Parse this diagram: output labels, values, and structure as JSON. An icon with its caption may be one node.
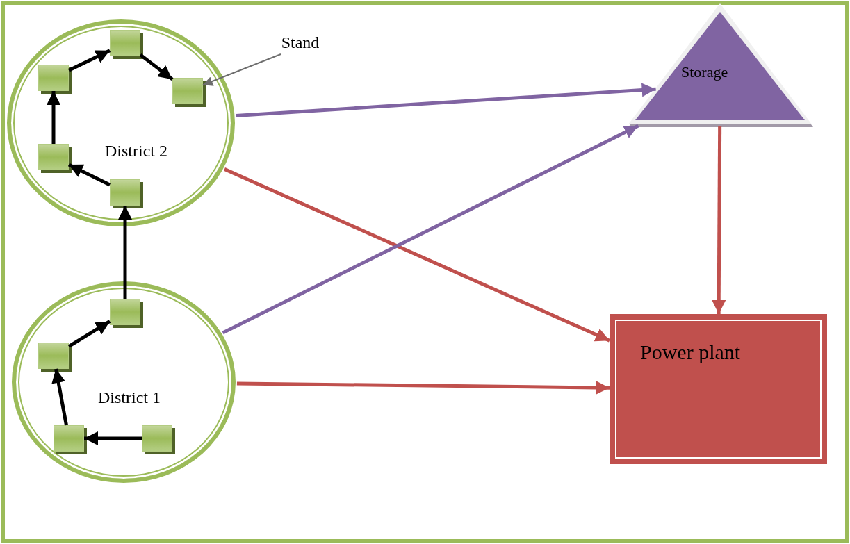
{
  "diagram": {
    "nodes": [
      {
        "text": [
          "District 2"
        ]
      },
      {
        "text": [],
        "shape": "box",
        "in": 0
      },
      {
        "text": [],
        "shape": "box",
        "in": 0
      },
      {
        "text": [],
        "shape": "box",
        "in": 0
      },
      {
        "text": [],
        "shape": "box",
        "in": 0
      },
      {
        "text": [],
        "shape": "box",
        "in": 0
      },
      {
        "text": [
          "Stand"
        ]
      },
      {
        "text": [
          "Storage"
        ]
      },
      {
        "text": [
          "District 1"
        ]
      },
      {
        "text": [],
        "shape": "box",
        "in": 8
      },
      {
        "text": [],
        "shape": "box",
        "in": 8
      },
      {
        "text": [],
        "shape": "box",
        "in": 8
      },
      {
        "text": [],
        "shape": "box",
        "in": 8
      },
      {
        "text": [
          "Power plant"
        ]
      }
    ],
    "edges": [
      {
        "from": 5,
        "to": 4,
        "arrow": "to"
      },
      {
        "from": 4,
        "to": 2,
        "arrow": "to"
      },
      {
        "from": 2,
        "to": 1,
        "arrow": "to"
      },
      {
        "from": 1,
        "to": 3,
        "arrow": "to"
      },
      {
        "from": 12,
        "to": 11,
        "arrow": "to"
      },
      {
        "from": 11,
        "to": 10,
        "arrow": "to"
      },
      {
        "from": 10,
        "to": 9,
        "arrow": "to"
      },
      {
        "from": 9,
        "to": 5,
        "arrow": "to"
      },
      {
        "from": 6,
        "to": 3,
        "arrow": "to",
        "color": "#6d6d6d"
      },
      {
        "from": 0,
        "to": 7,
        "arrow": "to",
        "color": "#8064a2"
      },
      {
        "from": 0,
        "to": 13,
        "arrow": "to",
        "color": "#c0504d"
      },
      {
        "from": 8,
        "to": 7,
        "arrow": "to",
        "color": "#8064a2"
      },
      {
        "from": 8,
        "to": 13,
        "arrow": "to",
        "color": "#c0504d"
      },
      {
        "from": 7,
        "to": 13,
        "arrow": "to",
        "color": "#c0504d"
      }
    ]
  }
}
